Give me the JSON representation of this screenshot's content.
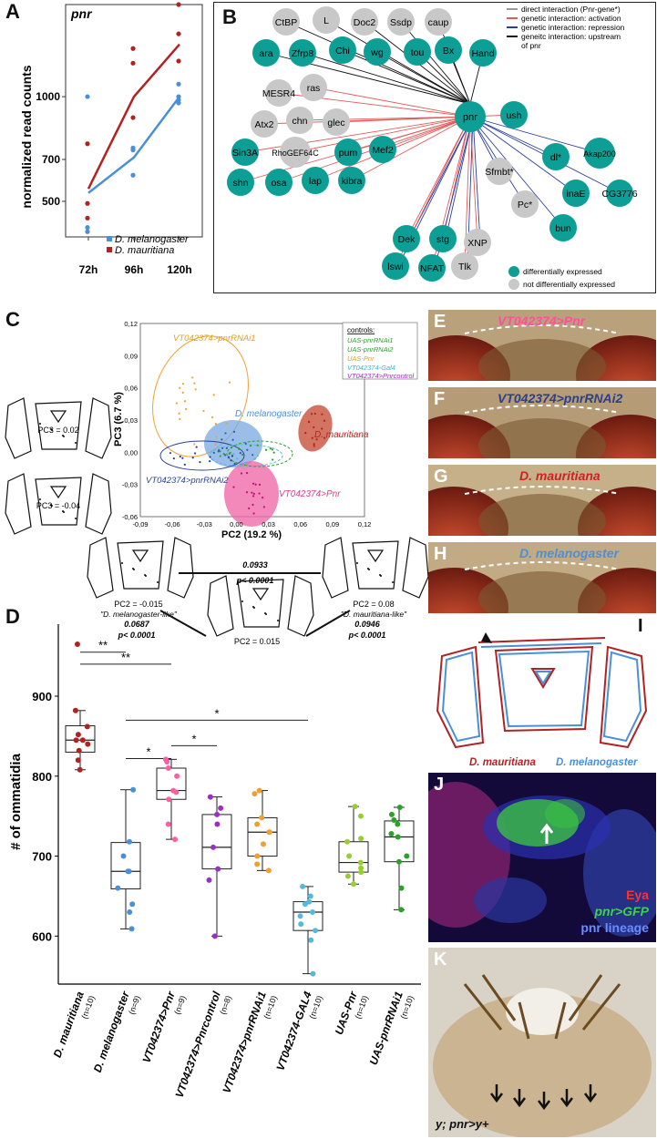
{
  "panel_labels": {
    "A": "A",
    "B": "B",
    "C": "C",
    "D": "D",
    "E": "E",
    "F": "F",
    "G": "G",
    "H": "H",
    "I": "I",
    "J": "J",
    "K": "K"
  },
  "colors": {
    "mel": "#4a90d9",
    "mau": "#b22222",
    "teal": "#0d9e96",
    "gray": "#c8c8c8",
    "pink": "#ff5fa2",
    "orange": "#f0a030",
    "green": "#2ca02c",
    "purple": "#9b30c0",
    "cyan": "#53b9e0"
  },
  "panelA": {
    "title": "pnr",
    "ylabel": "normalized read counts",
    "legend": [
      {
        "key": "mel",
        "label": "D. melanogaster"
      },
      {
        "key": "mau",
        "label": "D. mauritiana"
      }
    ],
    "chart_data": {
      "type": "line",
      "categories": [
        "72h",
        "96h",
        "120h"
      ],
      "yticks": [
        500,
        700,
        1000
      ],
      "ylim": [
        330,
        1440
      ],
      "series": [
        {
          "name": "D. melanogaster",
          "color": "mel",
          "mean": [
            540,
            710,
            1000
          ],
          "points": [
            [
              1000,
              355,
              375
            ],
            [
              755,
              745,
              625
            ],
            [
              1060,
              1000,
              970,
              985
            ]
          ]
        },
        {
          "name": "D. mauritiana",
          "color": "mau",
          "mean": [
            560,
            1000,
            1250
          ],
          "points": [
            [
              775,
              490,
              420
            ],
            [
              1230,
              1160,
              900
            ],
            [
              1440,
              1300,
              1170
            ]
          ]
        }
      ]
    }
  },
  "panelB": {
    "legend_lines": [
      {
        "style": "gray",
        "label": "direct interaction (Pnr-gene*)"
      },
      {
        "style": "red",
        "label": "genetic interaction: activation"
      },
      {
        "style": "blue",
        "label": "genetic interaction: repression"
      },
      {
        "style": "black",
        "label": "geneitc interaction: upstream"
      },
      {
        "style": "none",
        "label": "of pnr"
      }
    ],
    "legend_nodes": [
      {
        "kind": "teal",
        "label": "differentially expressed"
      },
      {
        "kind": "gray",
        "label": "not differentially expressed"
      }
    ],
    "center": "pnr",
    "nodes": [
      {
        "id": "CtBP",
        "kind": "gray",
        "group": "up"
      },
      {
        "id": "L",
        "kind": "gray",
        "group": "up"
      },
      {
        "id": "Doc2",
        "kind": "gray",
        "group": "up"
      },
      {
        "id": "Ssdp",
        "kind": "gray",
        "group": "up"
      },
      {
        "id": "caup",
        "kind": "gray",
        "group": "up"
      },
      {
        "id": "ara",
        "kind": "teal",
        "group": "up"
      },
      {
        "id": "Zfrp8",
        "kind": "teal",
        "group": "up"
      },
      {
        "id": "Chi",
        "kind": "teal",
        "group": "up"
      },
      {
        "id": "wg",
        "kind": "teal",
        "group": "up"
      },
      {
        "id": "tou",
        "kind": "teal",
        "group": "up"
      },
      {
        "id": "Bx",
        "kind": "teal",
        "group": "up"
      },
      {
        "id": "Hand",
        "kind": "teal",
        "group": "up"
      },
      {
        "id": "ush",
        "kind": "teal",
        "group": "direct"
      },
      {
        "id": "MESR4",
        "kind": "gray",
        "group": "act"
      },
      {
        "id": "ras",
        "kind": "gray",
        "group": "act"
      },
      {
        "id": "Atx2",
        "kind": "gray",
        "group": "act"
      },
      {
        "id": "chn",
        "kind": "gray",
        "group": "act"
      },
      {
        "id": "glec",
        "kind": "gray",
        "group": "act"
      },
      {
        "id": "Sin3A",
        "kind": "teal",
        "group": "act"
      },
      {
        "id": "RhoGEF64C",
        "kind": "gray",
        "group": "act"
      },
      {
        "id": "pum",
        "kind": "teal",
        "group": "act"
      },
      {
        "id": "Mef2",
        "kind": "teal",
        "group": "act"
      },
      {
        "id": "shn",
        "kind": "teal",
        "group": "act"
      },
      {
        "id": "osa",
        "kind": "teal",
        "group": "act"
      },
      {
        "id": "lap",
        "kind": "teal",
        "group": "act"
      },
      {
        "id": "kibra",
        "kind": "teal",
        "group": "act"
      },
      {
        "id": "Dek",
        "kind": "teal",
        "group": "mix"
      },
      {
        "id": "stg",
        "kind": "teal",
        "group": "mix"
      },
      {
        "id": "XNP",
        "kind": "gray",
        "group": "mix"
      },
      {
        "id": "lswi",
        "kind": "teal",
        "group": "mix"
      },
      {
        "id": "NFAT",
        "kind": "teal",
        "group": "mix"
      },
      {
        "id": "Tlk",
        "kind": "gray",
        "group": "mix"
      },
      {
        "id": "Sfmbt*",
        "kind": "gray",
        "group": "rep"
      },
      {
        "id": "dl*",
        "kind": "teal",
        "group": "rep"
      },
      {
        "id": "Akap200",
        "kind": "teal",
        "group": "rep"
      },
      {
        "id": "Pc*",
        "kind": "gray",
        "group": "rep"
      },
      {
        "id": "inaE",
        "kind": "teal",
        "group": "rep"
      },
      {
        "id": "CG3776",
        "kind": "teal",
        "group": "rep"
      },
      {
        "id": "bun",
        "kind": "teal",
        "group": "rep"
      }
    ]
  },
  "panelC": {
    "ylabel": "PC3 (6.7 %)",
    "xlabel": "PC2 (19.2 %)",
    "xticks": [
      "-0,09",
      "-0,06",
      "-0,03",
      "0,00",
      "0,03",
      "0,06",
      "0,09",
      "0,12"
    ],
    "yticks": [
      "0,12",
      "0,09",
      "0,06",
      "0,03",
      "0,00",
      "-0,03",
      "-0,06"
    ],
    "controls_title": "controls:",
    "controls": [
      {
        "label": "UAS-pnrRNAi1",
        "color": "green"
      },
      {
        "label": "UAS-pnrRNAi2",
        "color": "green"
      },
      {
        "label": "UAS-Pnr",
        "color": "orange"
      },
      {
        "label": "VT042374-Gal4",
        "color": "cyan"
      },
      {
        "label": "VT042374>Pnrcontrol",
        "color": "purple"
      }
    ],
    "group_labels": {
      "rnai1": "VT042374>pnrRNAi1",
      "mel": "D. melanogaster",
      "mau": "D. mauritiana",
      "rnai2": "VT042374>pnrRNAi2",
      "pnr": "VT042374>Pnr"
    },
    "pc3_pos": "PC3 = 0.02",
    "pc3_neg": "PC3 = -0.04",
    "shape_left": "PC2 = -0.015",
    "shape_left_sub": "\"D. melanogaster-like\"",
    "shape_right": "PC2 = 0.08",
    "shape_right_sub": "\"D. mauritiana-like\"",
    "shape_bottom": "PC2 = 0.015",
    "dist_top": "0.0933",
    "dist_top_p": "p< 0.0001",
    "dist_left": "0.0687",
    "dist_left_p": "p< 0.0001",
    "dist_right": "0.0946",
    "dist_right_p": "p< 0.0001"
  },
  "panelD": {
    "ylabel": "# of ommatidia",
    "chart_data": {
      "type": "box",
      "ylim": [
        540,
        990
      ],
      "yticks": [
        600,
        700,
        800,
        900
      ],
      "groups": [
        {
          "label": "D. mauritiana",
          "n": "(n=10)",
          "color": "mau",
          "q1": 830,
          "median": 845,
          "q3": 863,
          "lo": 808,
          "hi": 882,
          "pts": [
            965,
            882,
            862,
            852,
            845,
            845,
            840,
            832,
            820,
            808
          ]
        },
        {
          "label": "D. melanogaster",
          "n": "(n=9)",
          "color": "mel",
          "q1": 659,
          "median": 681,
          "q3": 717,
          "lo": 609,
          "hi": 783,
          "pts": [
            783,
            718,
            700,
            681,
            681,
            660,
            640,
            630,
            609
          ]
        },
        {
          "label": "VT042374>Pnr",
          "n": "(n=9)",
          "color": "pink",
          "q1": 771,
          "median": 782,
          "q3": 810,
          "lo": 721,
          "hi": 821,
          "pts": [
            821,
            818,
            810,
            800,
            782,
            780,
            771,
            740,
            721
          ]
        },
        {
          "label": "VT042374>Pnrcontrol",
          "n": "(n=8)",
          "color": "purple",
          "q1": 684,
          "median": 711,
          "q3": 752,
          "lo": 600,
          "hi": 774,
          "pts": [
            774,
            760,
            752,
            740,
            711,
            684,
            670,
            600
          ]
        },
        {
          "label": "VT042374>pnrRNAi1",
          "n": "(n=10)",
          "color": "orange",
          "q1": 700,
          "median": 730,
          "q3": 748,
          "lo": 682,
          "hi": 782,
          "pts": [
            782,
            778,
            748,
            740,
            730,
            730,
            715,
            700,
            690,
            682
          ]
        },
        {
          "label": "VT042374-GAL4",
          "n": "(n=10)",
          "color": "cyan",
          "q1": 607,
          "median": 630,
          "q3": 643,
          "lo": 553,
          "hi": 662,
          "pts": [
            662,
            650,
            643,
            640,
            630,
            625,
            615,
            607,
            595,
            553
          ]
        },
        {
          "label": "UAS-Pnr",
          "n": "(n=10)",
          "color": "lime",
          "q1": 680,
          "median": 692,
          "q3": 718,
          "lo": 665,
          "hi": 762,
          "pts": [
            762,
            750,
            722,
            718,
            700,
            692,
            685,
            680,
            675,
            665
          ]
        },
        {
          "label": "UAS-pnrRNAi1",
          "n": "(n=10)",
          "color": "green",
          "q1": 693,
          "median": 724,
          "q3": 744,
          "lo": 633,
          "hi": 761,
          "pts": [
            761,
            752,
            745,
            740,
            728,
            724,
            700,
            693,
            660,
            633
          ]
        }
      ],
      "brackets": [
        {
          "from": 0,
          "to": 1,
          "y": 955,
          "label": "**"
        },
        {
          "from": 0,
          "to": 2,
          "y": 940,
          "label": "**"
        },
        {
          "from": 1,
          "to": 5,
          "y": 870,
          "label": "*"
        },
        {
          "from": 1,
          "to": 2,
          "y": 822,
          "label": "*"
        },
        {
          "from": 2,
          "to": 3,
          "y": 838,
          "label": "*"
        }
      ]
    }
  },
  "panelE": {
    "title": "VT042374>Pnr",
    "color": "pink"
  },
  "panelF": {
    "title": "VT042374>pnrRNAi2",
    "color": "navy"
  },
  "panelG": {
    "title": "D. mauritiana",
    "color": "mau"
  },
  "panelH": {
    "title": "D. melanogaster",
    "color": "mel"
  },
  "panelI": {
    "left": "D. mauritiana",
    "right": "D. melanogaster"
  },
  "panelJ": {
    "legend": [
      "Eya",
      "pnr>GFP",
      "pnr lineage"
    ]
  },
  "panelK": {
    "label": "y; pnr>y+"
  }
}
